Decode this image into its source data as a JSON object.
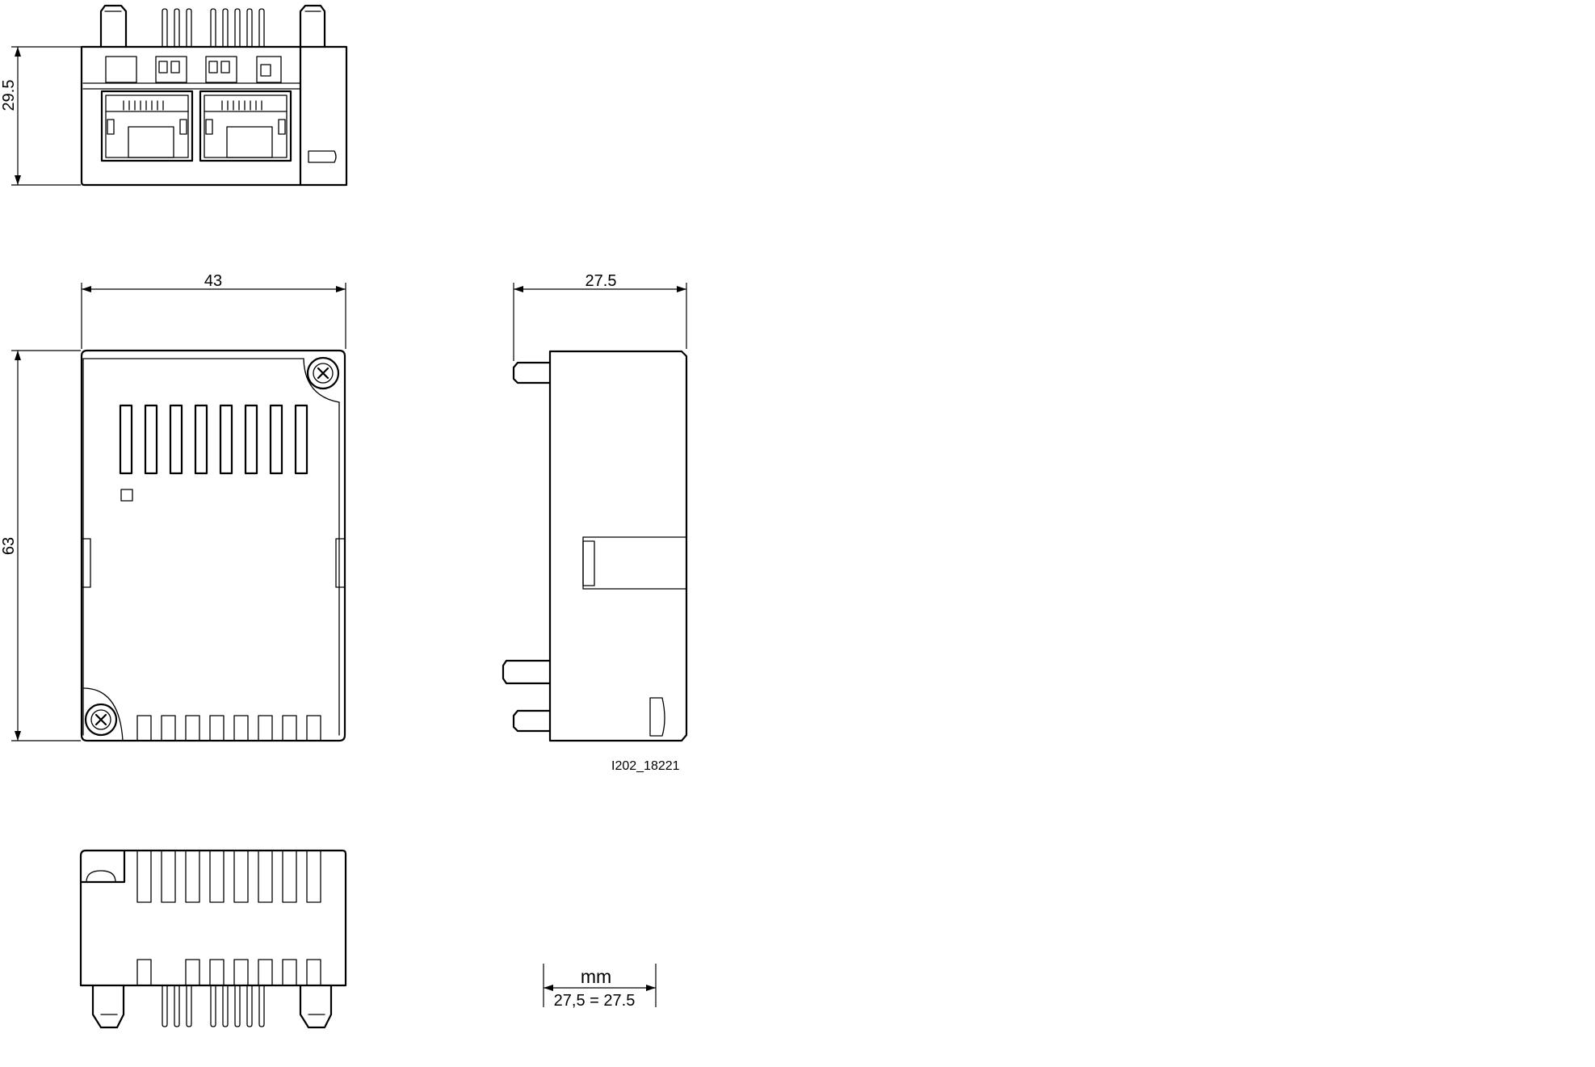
{
  "dimensions": {
    "front_height": "29.5",
    "top_width": "43",
    "top_height": "63",
    "side_width": "27.5"
  },
  "drawing_id": "I202_18221",
  "unit_legend": {
    "unit": "mm",
    "example": "27,5 = 27.5"
  }
}
